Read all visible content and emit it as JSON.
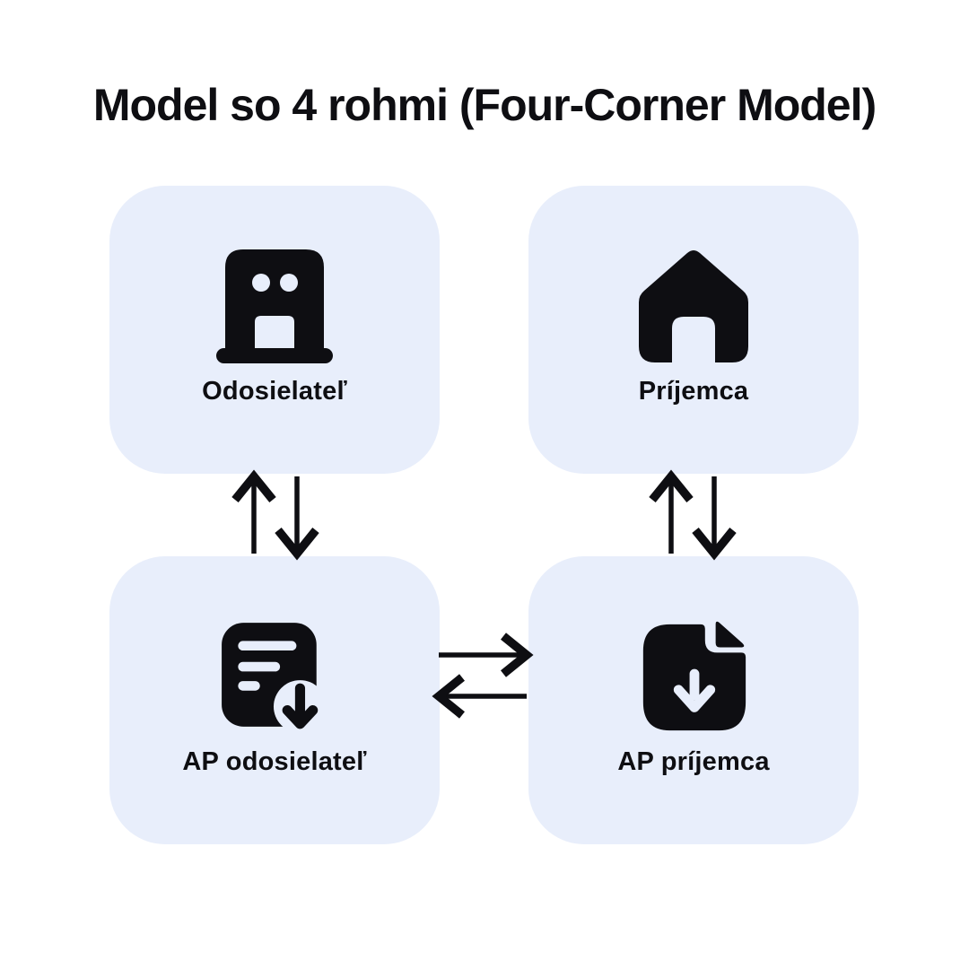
{
  "title": "Model so 4 rohmi (Four-Corner Model)",
  "colors": {
    "page_bg": "#ffffff",
    "card_bg": "#e8eefb",
    "ink": "#0e0e12"
  },
  "nodes": [
    {
      "id": "odosielatel",
      "label": "Odosielateľ",
      "icon": "building-icon",
      "position": "top-left"
    },
    {
      "id": "prijemca",
      "label": "Príjemca",
      "icon": "house-icon",
      "position": "top-right"
    },
    {
      "id": "ap-odosielatel",
      "label": "AP odosielateľ",
      "icon": "document-download-icon",
      "position": "bottom-left"
    },
    {
      "id": "ap-prijemca",
      "label": "AP príjemca",
      "icon": "file-download-icon",
      "position": "bottom-right"
    }
  ],
  "connections": [
    {
      "from": "odosielatel",
      "to": "ap-odosielatel",
      "type": "bidirectional",
      "orientation": "vertical"
    },
    {
      "from": "prijemca",
      "to": "ap-prijemca",
      "type": "bidirectional",
      "orientation": "vertical"
    },
    {
      "from": "ap-odosielatel",
      "to": "ap-prijemca",
      "type": "bidirectional",
      "orientation": "horizontal"
    }
  ]
}
